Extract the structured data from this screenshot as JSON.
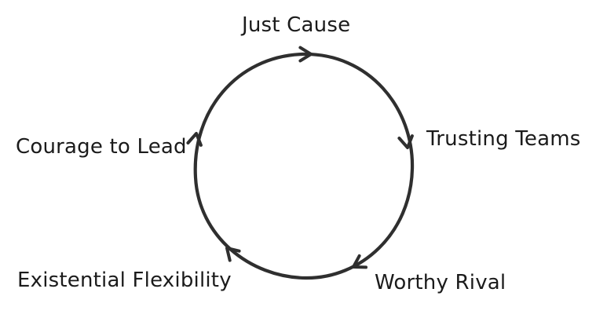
{
  "diagram": {
    "type": "cycle",
    "stroke_color": "#2f2f2f",
    "text_color": "#1b1b1b",
    "background": "#ffffff",
    "stages": [
      {
        "key": "just_cause",
        "label": "Just Cause"
      },
      {
        "key": "trusting_teams",
        "label": "Trusting Teams"
      },
      {
        "key": "worthy_rival",
        "label": "Worthy Rival"
      },
      {
        "key": "existential_flexibility",
        "label": "Existential Flexibility"
      },
      {
        "key": "courage_to_lead",
        "label": "Courage to Lead"
      }
    ],
    "direction": "clockwise"
  }
}
